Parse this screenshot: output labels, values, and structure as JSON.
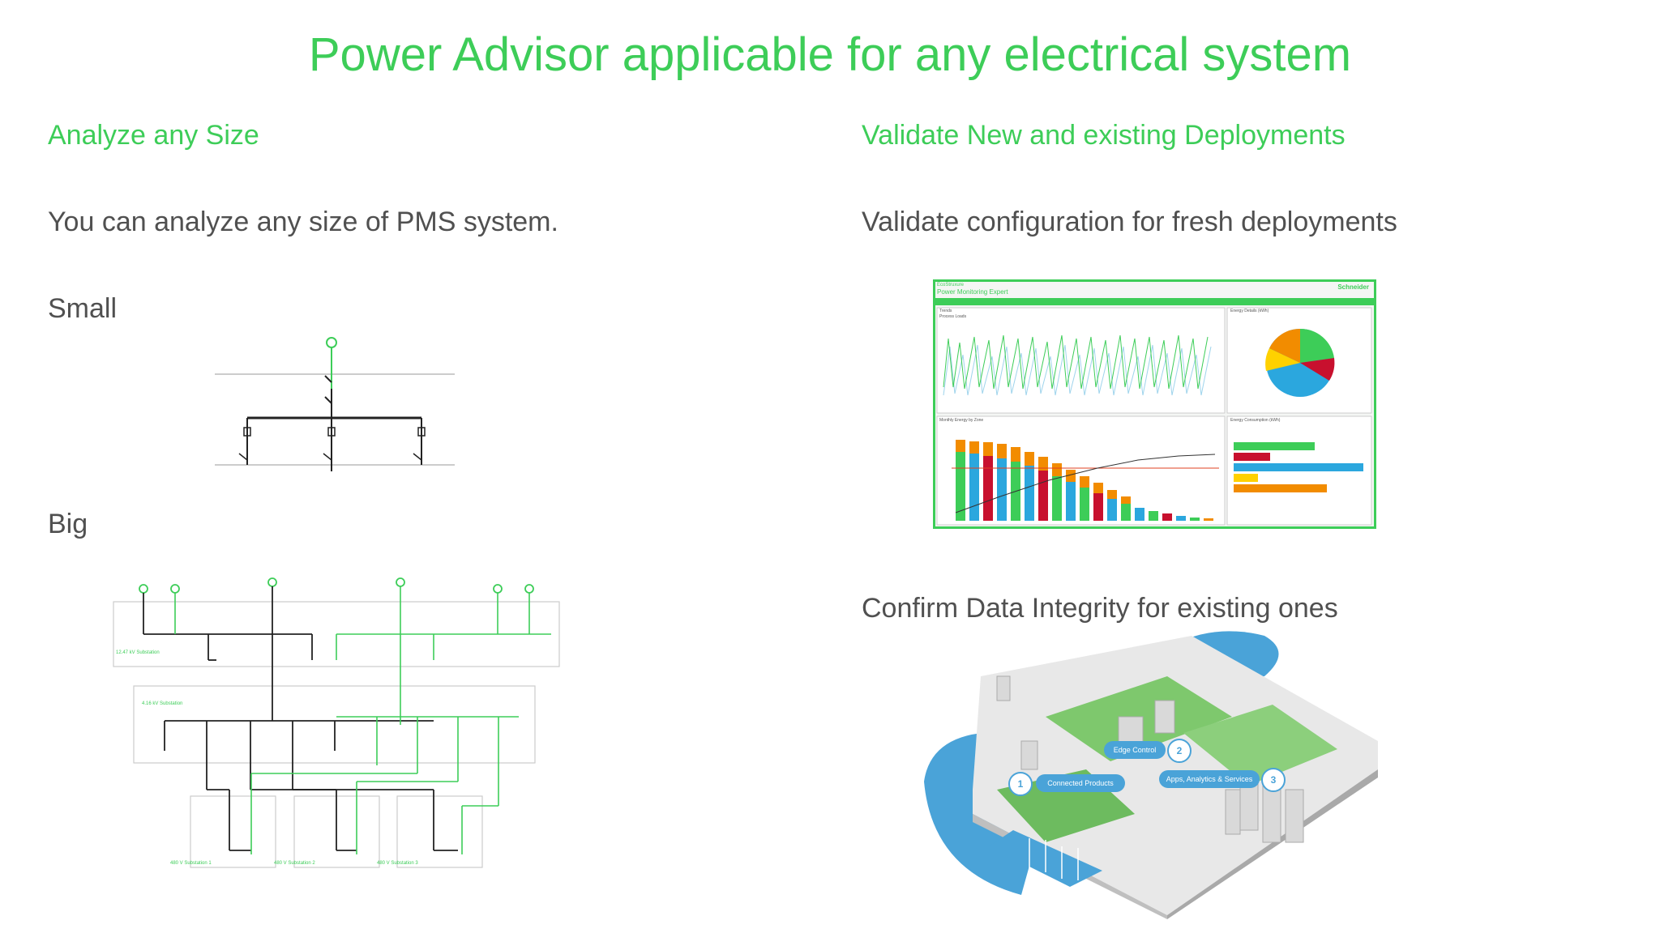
{
  "slide": {
    "title": "Power Advisor applicable for any electrical system",
    "left": {
      "heading": "Analyze any Size",
      "description": "You can analyze any size of PMS system.",
      "small_label": "Small",
      "big_label": "Big",
      "big_diagram": {
        "sub1_label": "12.47 kV Substation",
        "sub2_label": "4.16 kV Substation",
        "sub3_label": "480 V Substation 1",
        "sub4_label": "480 V Substation 2",
        "sub5_label": "480 V Substation 3"
      }
    },
    "right": {
      "heading": "Validate New and existing Deployments",
      "description1": "Validate configuration for fresh deployments",
      "description2": "Confirm Data Integrity for existing ones",
      "pme": {
        "app_brand": "EcoStruxure",
        "app_name": "Power Monitoring Expert",
        "vendor": "Schneider",
        "panel1_title": "Trends",
        "panel1_subtitle": "Process Loads",
        "panel2_title": "Energy Details (kWh)",
        "panel3_title": "Monthly Energy by Zone",
        "panel4_title": "Energy Consumption (kWh)"
      },
      "city_callouts": {
        "n1": "1",
        "n2": "2",
        "n3": "3",
        "connected": "Connected Products",
        "edge": "Edge Control",
        "apps": "Apps, Analytics & Services"
      }
    },
    "colors": {
      "accent": "#3dcd58",
      "text": "#505050",
      "line": "#222222",
      "sea": "#4aa3d8"
    }
  }
}
